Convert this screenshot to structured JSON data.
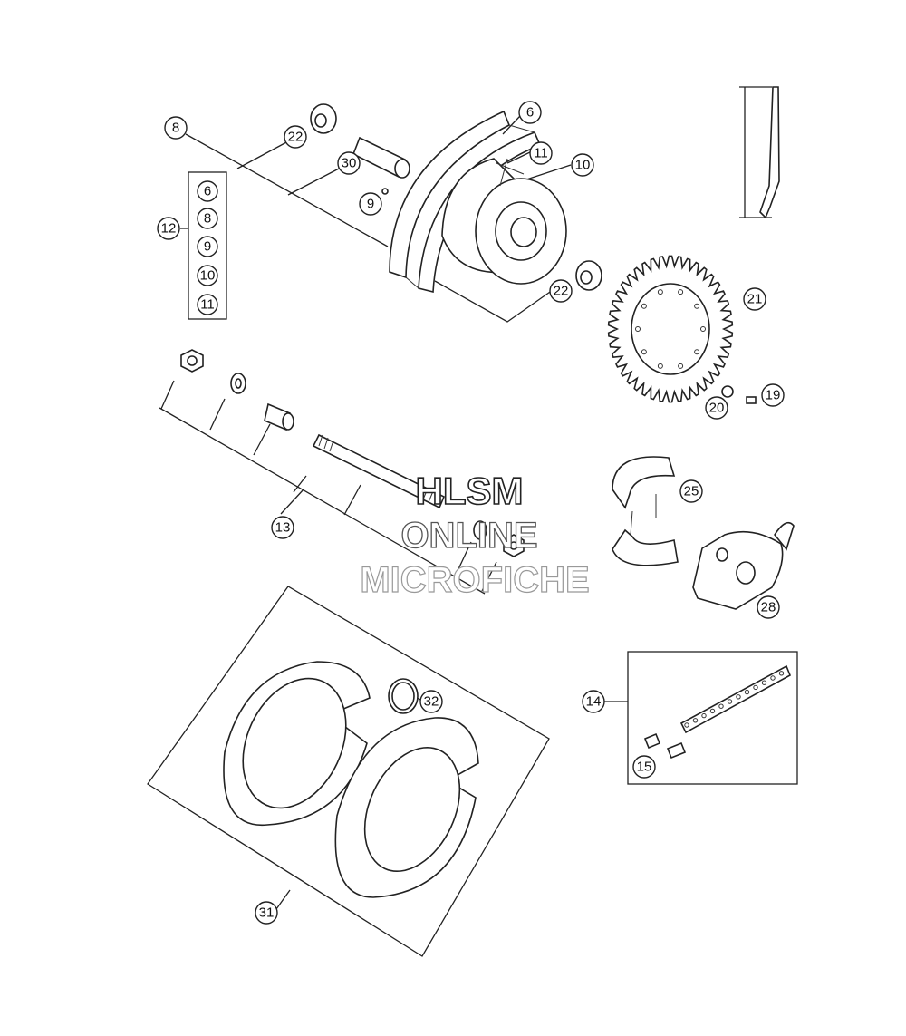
{
  "callouts": {
    "c6": "6",
    "c8": "8",
    "c9": "9",
    "c10": "10",
    "c11": "11",
    "c12": "12",
    "c13": "13",
    "c14": "14",
    "c15": "15",
    "c19": "19",
    "c20": "20",
    "c21": "21",
    "c22a": "22",
    "c22b": "22",
    "c25": "25",
    "c28": "28",
    "c30": "30",
    "c31": "31",
    "c32": "32"
  },
  "kit12": [
    "6",
    "8",
    "9",
    "10",
    "11"
  ],
  "watermark": {
    "line1": "HLSM",
    "line2": "ONLINE",
    "line3": "MICROFICHE"
  }
}
